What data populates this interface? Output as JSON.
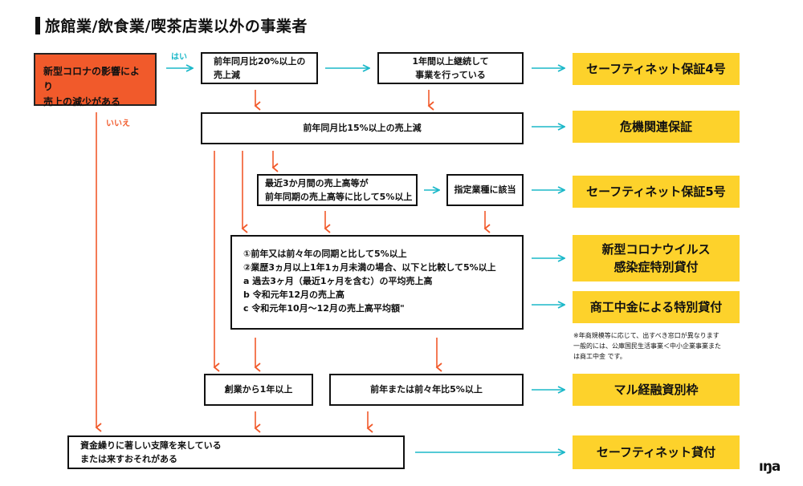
{
  "title": "旅館業/飲食業/喫茶店業以外の事業者",
  "start": {
    "label": "新型コロナの影響により\n売上の減少がある"
  },
  "labels": {
    "yes": "はい",
    "no": "いいえ"
  },
  "steps": {
    "sales_20": "前年同月比20%以上の\n売上減",
    "continued": "1年間以上継続して\n事業を行っている",
    "sales_15": "前年同月比15%以上の売上減",
    "three_month": "最近3か月間の売上高等が\n前年同期の売上高等に比して5%以上",
    "designated": "指定業種に該当",
    "conditions": "①前年又は前々年の同期と比して5%以上\n②業歴3ヵ月以上1年1ヵ月未満の場合、以下と比較して5%以上\na 過去3ヶ月（最近1ヶ月を含む）の平均売上高\nb 令和元年12月の売上高\nc 令和元年10月～12月の売上高平均額\"",
    "founded": "創業から1年以上",
    "prev_year_5": "前年または前々年比5%以上",
    "funding": "資金繰りに著しい支障を来している\nまたは来すおそれがある"
  },
  "results": {
    "safety_net_4": "セーフティネット保証4号",
    "crisis": "危機関連保証",
    "safety_net_5": "セーフティネット保証5号",
    "corona_loan": "新型コロナウイルス\n感染症特別貸付",
    "shoko": "商工中金による特別貸付",
    "maru": "マル経融資別枠",
    "safety_net_loan": "セーフティネット貸付"
  },
  "note": "※年商規模等に応じて、出すべき窓口が異なります\n一般的には、公庫国民生活事業＜中小企業事業また\nは商工中金 です。",
  "logo": "ıŋa",
  "colors": {
    "yes_arrow": "#1bb8c9",
    "no_arrow": "#f15a2b",
    "result_fill": "#fdd22b",
    "start_fill": "#f15a2b"
  }
}
